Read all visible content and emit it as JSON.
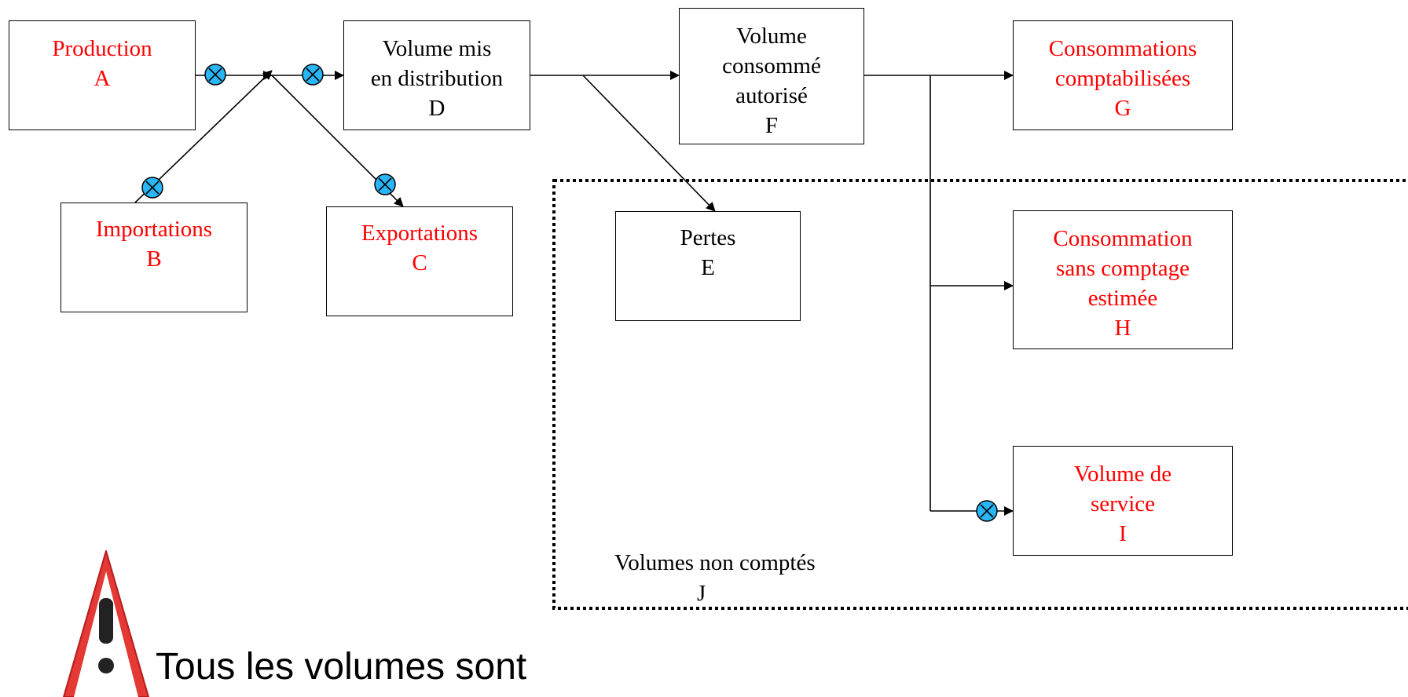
{
  "boxes": {
    "A": {
      "lines": [
        "Production",
        "A"
      ],
      "color": "#ff0000"
    },
    "B": {
      "lines": [
        "Importations",
        "B"
      ],
      "color": "#ff0000"
    },
    "C": {
      "lines": [
        "Exportations",
        "C"
      ],
      "color": "#ff0000"
    },
    "D": {
      "lines": [
        "Volume mis",
        "en distribution",
        "D"
      ],
      "color": "#000000"
    },
    "E": {
      "lines": [
        "Pertes",
        "E"
      ],
      "color": "#000000"
    },
    "F": {
      "lines": [
        "Volume",
        "consommé",
        "autorisé",
        "F"
      ],
      "color": "#000000"
    },
    "G": {
      "lines": [
        "Consommations",
        "comptabilisées",
        "G"
      ],
      "color": "#ff0000"
    },
    "H": {
      "lines": [
        "Consommation",
        "sans comptage",
        "estimée",
        "H"
      ],
      "color": "#ff0000"
    },
    "I": {
      "lines": [
        "Volume de",
        "service",
        "I"
      ],
      "color": "#ff0000"
    }
  },
  "zone": {
    "label": "Volumes non comptés",
    "letter": "J"
  },
  "warning": {
    "text": "Tous les volumes sont",
    "icon": "warning-triangle-icon"
  },
  "colors": {
    "meter_fill": "#29b6f6",
    "warning_red": "#e53935"
  }
}
